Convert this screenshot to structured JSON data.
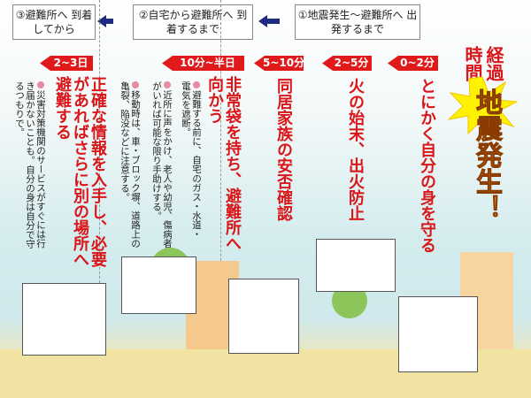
{
  "stages": [
    {
      "label": "③避難所へ 到着してから"
    },
    {
      "label": "②自宅から避難所へ 到着するまで"
    },
    {
      "label": "①地震発生～避難所へ 出発するまで"
    }
  ],
  "tags": [
    "2~3日",
    "10分~半日",
    "5~10分",
    "2~5分",
    "0~2分"
  ],
  "heading": {
    "elapsed": "経過時間",
    "quake": "地震発生！"
  },
  "actions": {
    "a0": "とにかく自分の身を守る",
    "a1": "火の始末、出火防止",
    "a2": "同居家族の安否確認",
    "a3": "非常袋を持ち、避難所へ向かう",
    "a3_notes": [
      "避難する前に、自宅のガス・水道・電気を遮断。",
      "近所に声をかけ、老人や幼児、傷病者がいれば可能な限り手助けする。",
      "移動時は、車・ブロック塀、道路上の亀裂、陥没などに注意する。"
    ],
    "a4": "正確な情報を入手し、必要があればさらに別の場所へ避難する",
    "a4_notes": [
      "災害対策機関のサービスがすぐには行き届かないことも。自分の身は自分で守るつもりで。"
    ]
  },
  "colors": {
    "red": "#e01a1a",
    "navy": "#1f2a80"
  }
}
